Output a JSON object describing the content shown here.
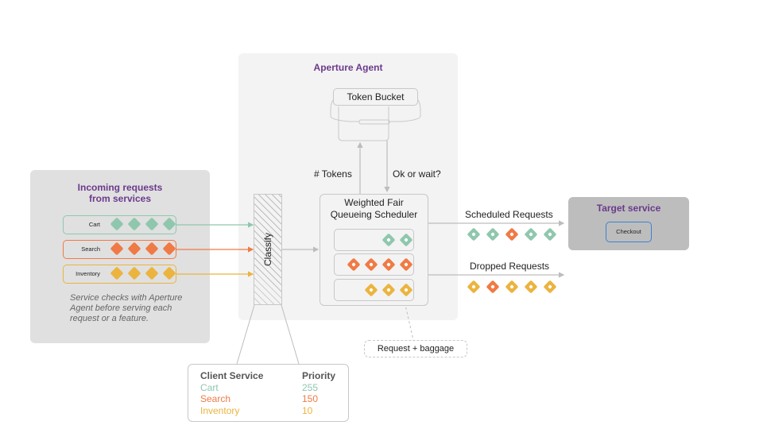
{
  "colors": {
    "cart": "#8fc7ae",
    "search": "#f07a45",
    "inventory": "#ebb43f",
    "title_purple": "#6b3a8c",
    "checkout_border": "#3b82d6"
  },
  "incoming": {
    "title_line1": "Incoming requests",
    "title_line2": "from services",
    "services": [
      {
        "label": "Cart",
        "key": "cart",
        "requests": 4
      },
      {
        "label": "Search",
        "key": "search",
        "requests": 4
      },
      {
        "label": "Inventory",
        "key": "inventory",
        "requests": 4
      }
    ],
    "note": "Service checks with Aperture Agent before serving each request or a feature."
  },
  "agent": {
    "title": "Aperture Agent",
    "token_bucket": "Token Bucket",
    "tokens_label": "# Tokens",
    "ok_wait_label": "Ok or wait?",
    "classify_label": "Classify",
    "scheduler_line1": "Weighted Fair",
    "scheduler_line2": "Queueing Scheduler",
    "queues": [
      {
        "key": "cart",
        "count": 2
      },
      {
        "key": "search",
        "count": 4
      },
      {
        "key": "inventory",
        "count": 3
      }
    ]
  },
  "outputs": {
    "scheduled_label": "Scheduled Requests",
    "scheduled": [
      "cart",
      "cart",
      "search",
      "cart",
      "cart"
    ],
    "dropped_label": "Dropped Requests",
    "dropped": [
      "inventory",
      "search",
      "inventory",
      "inventory",
      "inventory"
    ]
  },
  "target": {
    "title": "Target service",
    "service": "Checkout"
  },
  "baggage_label": "Request + baggage",
  "priority_table": {
    "headers": [
      "Client Service",
      "Priority"
    ],
    "rows": [
      {
        "service": "Cart",
        "priority": "255",
        "key": "cart"
      },
      {
        "service": "Search",
        "priority": "150",
        "key": "search"
      },
      {
        "service": "Inventory",
        "priority": "10",
        "key": "inventory"
      }
    ]
  }
}
